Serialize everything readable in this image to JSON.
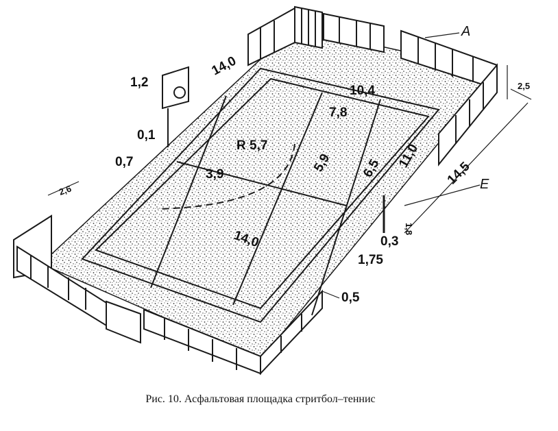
{
  "caption": "Рис. 10. Асфальтовая площадка стритбол–теннис",
  "labels": {
    "a": "А",
    "e": "Е",
    "dim_1_2": "1,2",
    "dim_14_0_top": "14,0",
    "dim_10_4": "10,4",
    "dim_7_8": "7,8",
    "dim_2_5": "2,5",
    "dim_0_1": "0,1",
    "dim_r5_7": "R 5,7",
    "dim_0_7": "0,7",
    "dim_3_9": "3,9",
    "dim_5_9": "5,9",
    "dim_6_5": "6,5",
    "dim_11_0": "11,0",
    "dim_14_5": "14,5",
    "dim_2_6": "2,6",
    "dim_1_8": "1,8",
    "dim_14_0_bottom": "14,0",
    "dim_0_3": "0,3",
    "dim_1_75": "1,75",
    "dim_0_5": "0,5"
  },
  "colors": {
    "ink": "#1a1a1a",
    "paper": "#ffffff"
  }
}
